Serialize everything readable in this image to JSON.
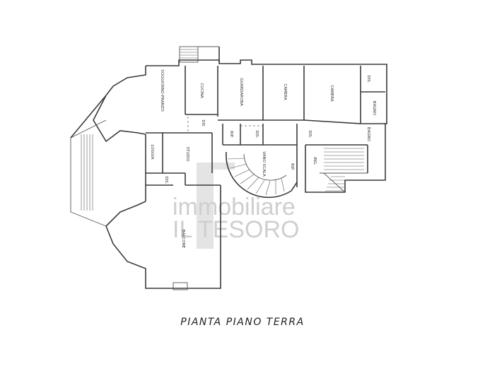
{
  "caption": "PIANTA PIANO TERRA",
  "watermark": {
    "line1": "immobiliare",
    "line2": "IL TESORO",
    "color": "#cfcfcf"
  },
  "rooms": {
    "soggiorno": "SOGGIORNO-PRANZO",
    "cucina": "CUCINA",
    "guardaroba": "GUARDAROBA",
    "camera1": "CAMERA",
    "camera2": "CAMERA",
    "dis1": "DIS.",
    "bagno1": "BAGNO",
    "bagno2": "BAGNO",
    "dis_kitchen": "DIS",
    "rip1": "RIP.",
    "dis2": "DIS.",
    "dis3": "DIS.",
    "loggia": "LOGGIA",
    "studio": "STUDIO",
    "vano_scala": "VANO SCALA",
    "rip2": "RIP.",
    "ing": "ING.",
    "dis4": "DIS.",
    "balcone": "BALCONE"
  }
}
